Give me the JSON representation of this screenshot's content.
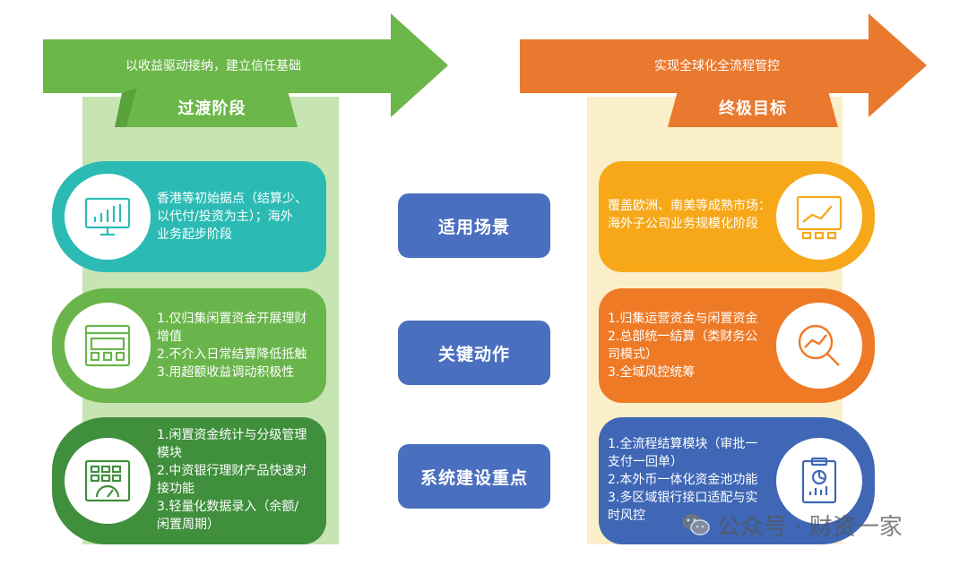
{
  "left": {
    "banner": "以收益驱动接纳，建立信任基础",
    "tab": "过渡阶段",
    "cards": [
      {
        "lines": [
          "香港等初始据点（结算少、",
          "以代付/投资为主）；海外",
          "业务起步阶段"
        ],
        "color": "#2bbbb4",
        "icon": "monitor-bar-chart-icon"
      },
      {
        "lines": [
          "1.仅归集闲置资金开展理财",
          "增值",
          "2.不介入日常结算降低抵触",
          "3.用超额收益调动积极性"
        ],
        "color": "#6ab54b",
        "icon": "browser-window-icon"
      },
      {
        "lines": [
          "1.闲置资金统计与分级管理",
          "模块",
          "2.中资银行理财产品快速对",
          "接功能",
          "3.轻量化数据录入（余额/",
          "闲置周期）"
        ],
        "color": "#3f8f3c",
        "icon": "calculator-gauge-icon"
      }
    ]
  },
  "middle": {
    "labels": [
      "适用场景",
      "关键动作",
      "系统建设重点"
    ]
  },
  "right": {
    "banner": "实现全球化全流程管控",
    "tab": "终极目标",
    "cards": [
      {
        "lines": [
          "覆盖欧洲、南美等成熟市场：",
          "海外子公司业务规模化阶段"
        ],
        "color": "#f6a819",
        "icon": "dashboard-line-chart-icon"
      },
      {
        "lines": [
          "1.归集运营资金与闲置资金",
          "2.总部统一结算（类财务公",
          "司模式）",
          "3.全域风控统筹"
        ],
        "color": "#ee7a26",
        "icon": "magnifier-chart-icon"
      },
      {
        "lines": [
          "1.全流程结算模块（审批一",
          "支付一回单）",
          "2.本外币一体化资金池功能",
          "3.多区域银行接口适配与实",
          "时风控"
        ],
        "color": "#3f67b6",
        "icon": "clipboard-pie-chart-icon"
      }
    ]
  },
  "watermark": "公众号 · 财资一家",
  "colors": {
    "left_arrow": "#6bb749",
    "right_arrow": "#e9792e",
    "middle_button": "#4a6fbe"
  }
}
